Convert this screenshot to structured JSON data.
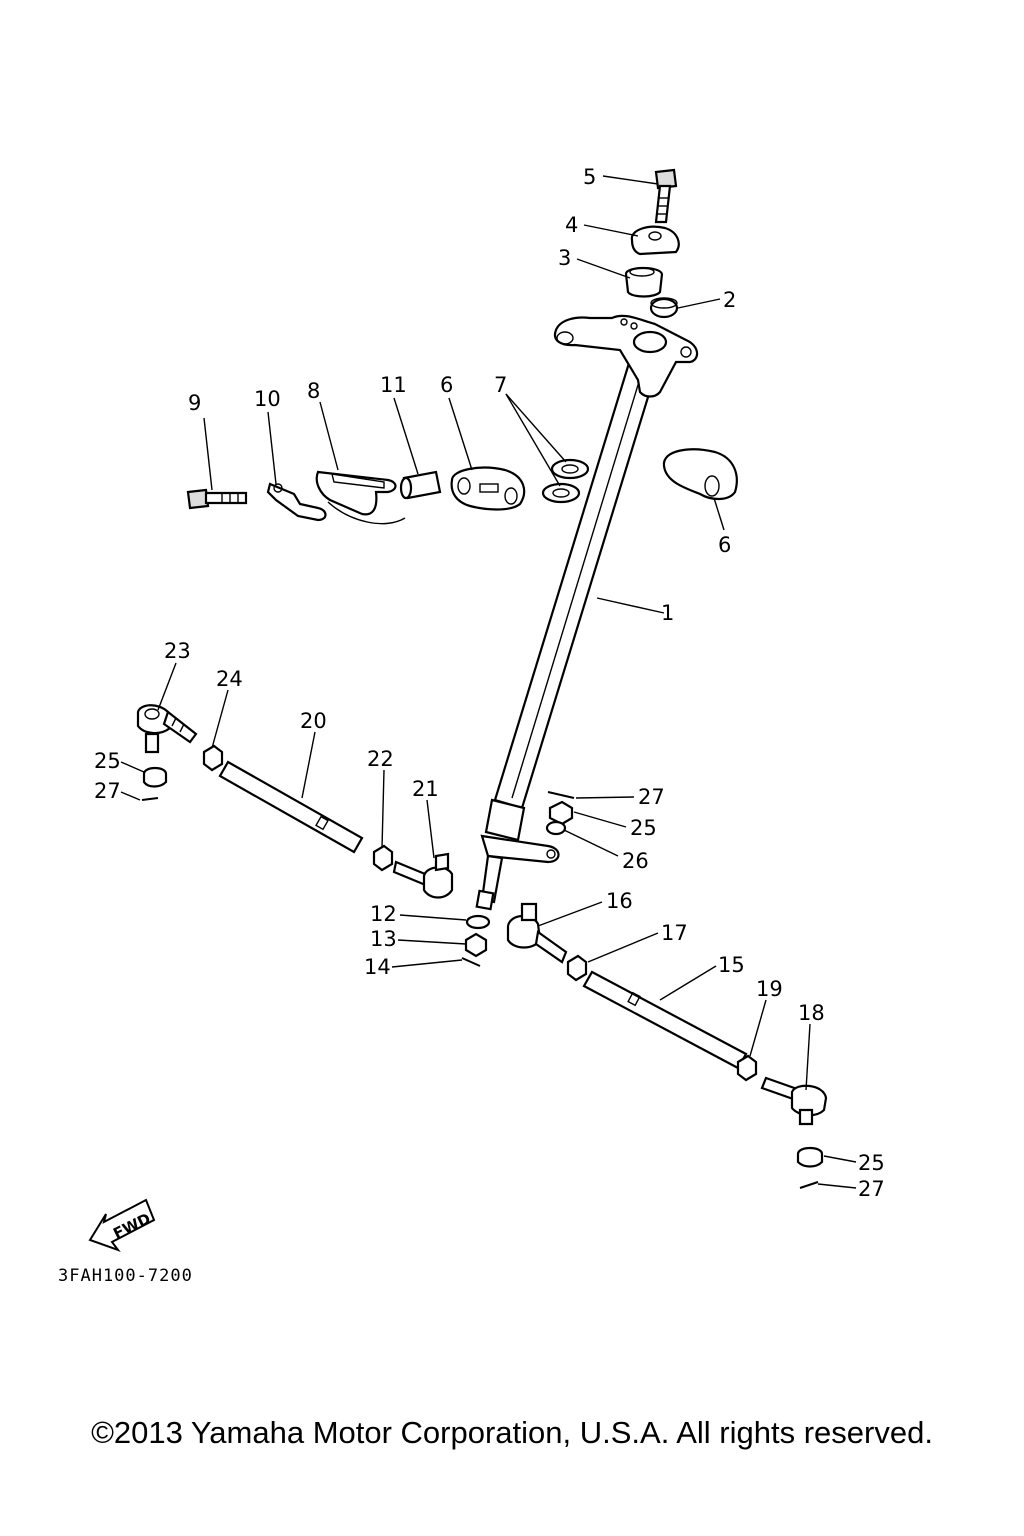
{
  "callouts": {
    "c1": "1",
    "c2": "2",
    "c3": "3",
    "c4": "4",
    "c5": "5",
    "c6a": "6",
    "c6b": "6",
    "c7": "7",
    "c8": "8",
    "c9": "9",
    "c10": "10",
    "c11": "11",
    "c12": "12",
    "c13": "13",
    "c14": "14",
    "c15": "15",
    "c16": "16",
    "c17": "17",
    "c18": "18",
    "c19": "19",
    "c20": "20",
    "c21": "21",
    "c22": "22",
    "c23": "23",
    "c24": "24",
    "c25a": "25",
    "c25b": "25",
    "c25c": "25",
    "c26": "26",
    "c27a": "27",
    "c27b": "27",
    "c27c": "27"
  },
  "fwd_label": "FWD",
  "part_code": "3FAH100-7200",
  "copyright": "©2013 Yamaha Motor Corporation, U.S.A. All rights reserved."
}
